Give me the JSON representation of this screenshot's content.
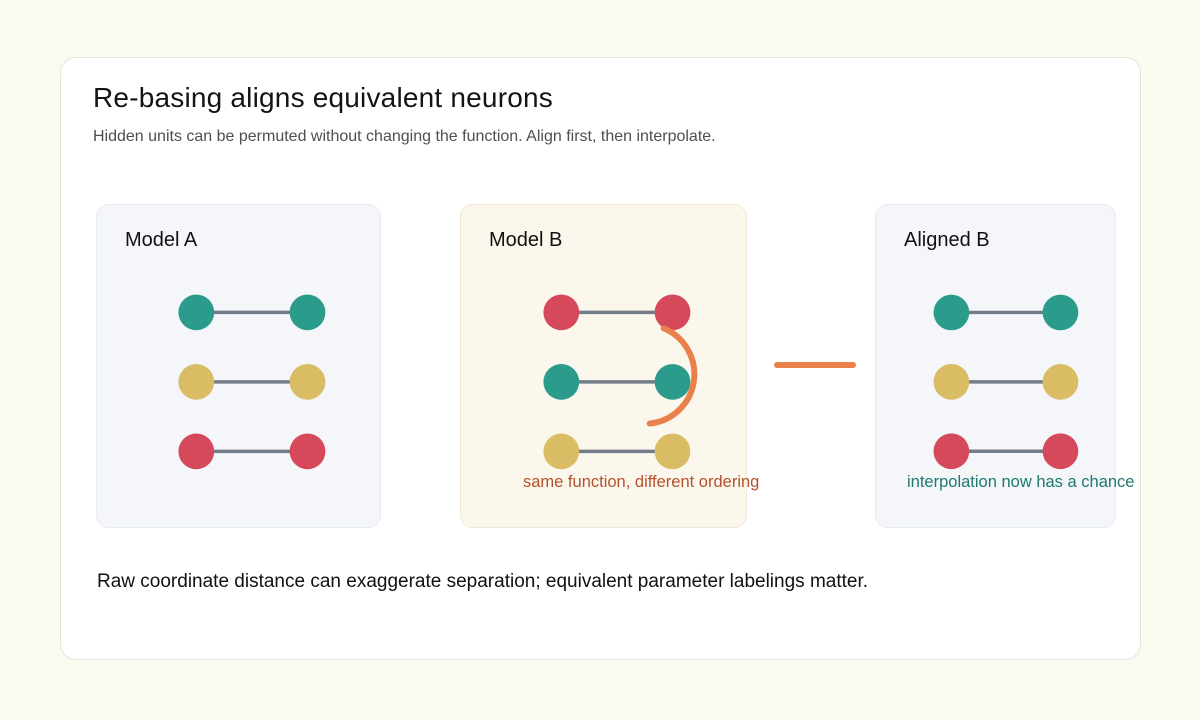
{
  "header": {
    "title": "Re-basing aligns equivalent neurons",
    "subtitle": "Hidden units can be permuted without changing the function. Align first, then interpolate."
  },
  "panels": [
    {
      "label": "Model A",
      "rows": [
        "teal",
        "gold",
        "red"
      ],
      "caption": "",
      "caption_color": null,
      "permutation_arc": false
    },
    {
      "label": "Model B",
      "rows": [
        "red",
        "teal",
        "gold"
      ],
      "caption": "same function, different ordering",
      "caption_color": "#b4522c",
      "permutation_arc": true
    },
    {
      "label": "Aligned B",
      "rows": [
        "teal",
        "gold",
        "red"
      ],
      "caption": "interpolation now has a chance",
      "caption_color": "#1e796f",
      "permutation_arc": false
    }
  ],
  "footer": {
    "text": "Raw coordinate distance can exaggerate separation; equivalent parameter labelings matter."
  },
  "colors": {
    "page_bg": "#fafaf1",
    "card_bg": "#ffffff",
    "panel_neutral_bg": "#f4f6fa",
    "panel_cream_bg": "#fbf7ec",
    "neuron_teal": "#2b9c8c",
    "neuron_gold": "#d9bc63",
    "neuron_red": "#d5495b",
    "connector_gray": "#737d89",
    "arrow_orange": "#e8814c"
  }
}
